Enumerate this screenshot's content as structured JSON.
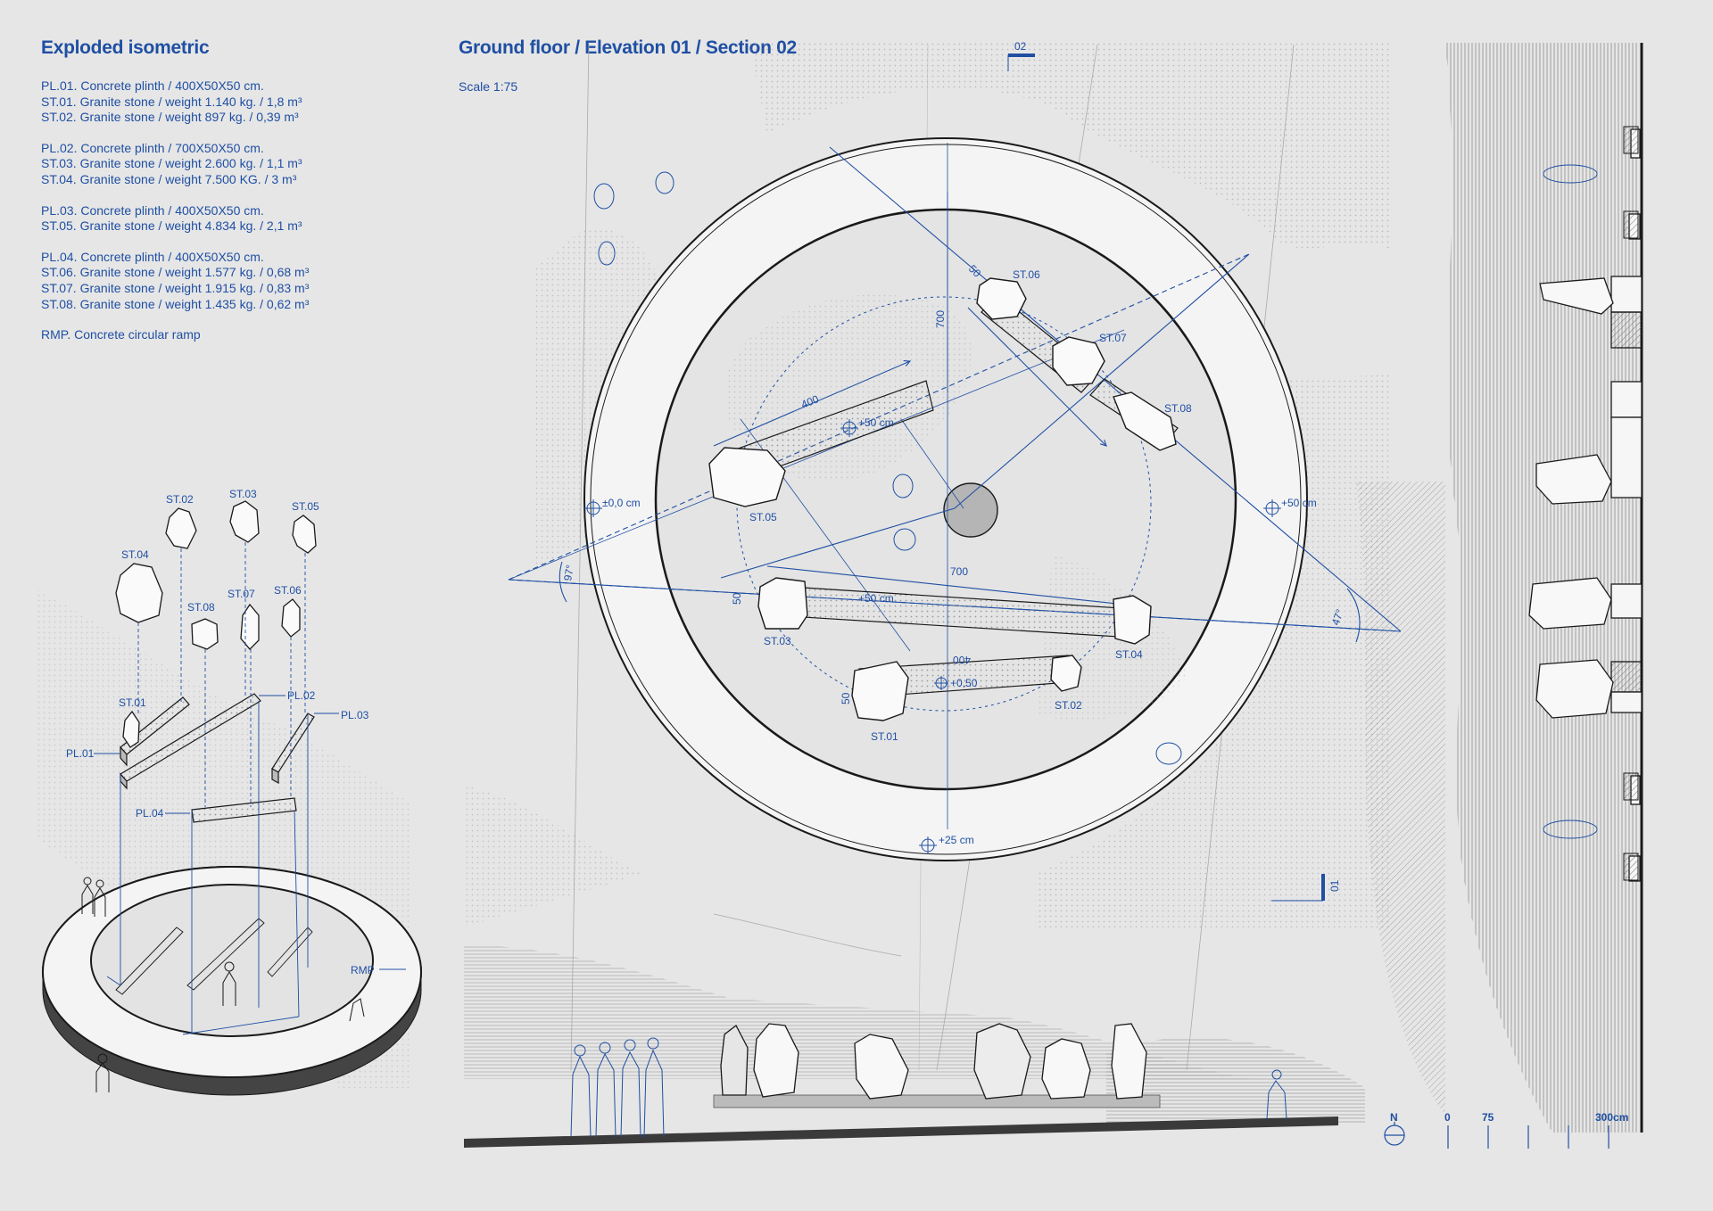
{
  "headings": {
    "exploded": "Exploded isometric",
    "plan": "Ground floor / Elevation 01 / Section 02"
  },
  "scale": "Scale 1:75",
  "legend_groups": [
    [
      "PL.01. Concrete plinth / 400X50X50 cm.",
      "ST.01. Granite stone / weight 1.140 kg. / 1,8 m³",
      "ST.02. Granite stone / weight 897 kg. / 0,39 m³"
    ],
    [
      "PL.02. Concrete plinth / 700X50X50 cm.",
      "ST.03. Granite stone / weight 2.600 kg. / 1,1 m³",
      "ST.04. Granite stone / weight 7.500 KG. / 3 m³"
    ],
    [
      "PL.03. Concrete plinth / 400X50X50 cm.",
      "ST.05. Granite stone / weight 4.834 kg. / 2,1 m³"
    ],
    [
      "PL.04. Concrete plinth / 400X50X50 cm.",
      "ST.06. Granite stone / weight 1.577 kg. / 0,68 m³",
      "ST.07. Granite stone / weight 1.915 kg. / 0,83 m³",
      "ST.08. Granite stone / weight 1.435 kg. / 0,62 m³"
    ],
    [
      "RMP. Concrete circular ramp"
    ]
  ],
  "iso_labels": {
    "st02": "ST.02",
    "st03": "ST.03",
    "st05": "ST.05",
    "st04": "ST.04",
    "st08": "ST.08",
    "st07": "ST.07",
    "st06": "ST.06",
    "st01": "ST.01",
    "pl01": "PL.01",
    "pl02": "PL.02",
    "pl03": "PL.03",
    "pl04": "PL.04",
    "rmp": "RMP"
  },
  "plan_labels": {
    "st06": "ST.06",
    "st07": "ST.07",
    "st08": "ST.08",
    "st05": "ST.05",
    "st03": "ST.03",
    "st04": "ST.04",
    "st01": "ST.01",
    "st02": "ST.02",
    "lvl0": "±0,0 cm",
    "lvl50_left": "+50 cm",
    "lvl50_mid": "+50 cm",
    "lvl50_right": "+50 cm",
    "lvl050": "+0,50",
    "lvl25": "+25 cm",
    "dim400a": "400",
    "dim700a": "700",
    "dim400b": "400",
    "dim700b": "700",
    "dim50a": "50",
    "dim50b": "50",
    "dim50c": "50",
    "ang97": "97°",
    "ang47": "47°",
    "sec02": "02",
    "sec01": "01"
  },
  "compass": {
    "north": "N",
    "t0": "0",
    "t75": "75",
    "t300": "300cm"
  },
  "colors": {
    "accent": "#1f4fa3",
    "ink": "#1a1a1a",
    "paper": "#e6e6e6",
    "ring": "#f3f3f3"
  }
}
